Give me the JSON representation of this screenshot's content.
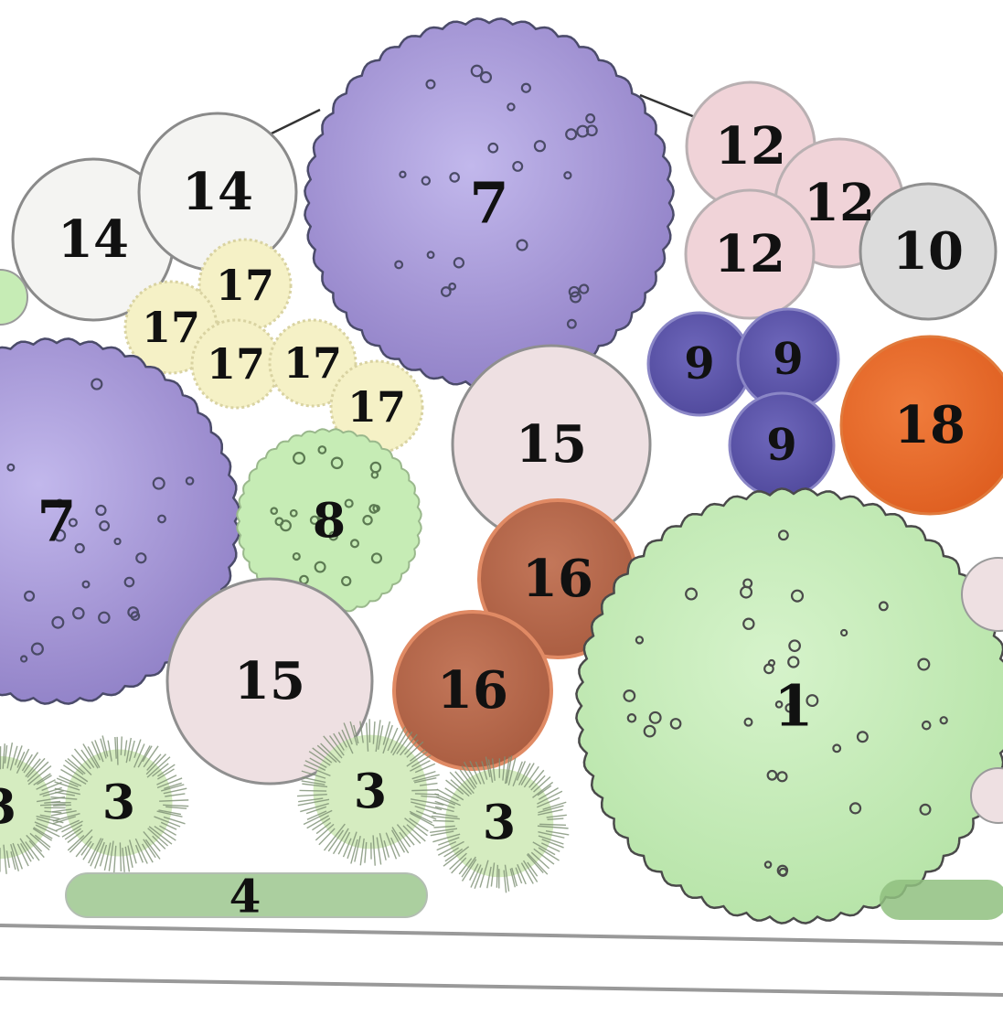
{
  "plan": {
    "plants": [
      {
        "id": "1",
        "style": "shrub-green"
      },
      {
        "id": "3",
        "style": "grass"
      },
      {
        "id": "4",
        "style": "ground"
      },
      {
        "id": "7",
        "style": "shrub-purple"
      },
      {
        "id": "8",
        "style": "shrub-green-light"
      },
      {
        "id": "9",
        "style": "solid-violet"
      },
      {
        "id": "10",
        "style": "solid-grey"
      },
      {
        "id": "12",
        "style": "solid-pink"
      },
      {
        "id": "14",
        "style": "solid-white"
      },
      {
        "id": "15",
        "style": "solid-blush"
      },
      {
        "id": "16",
        "style": "solid-rust"
      },
      {
        "id": "17",
        "style": "small-cream"
      },
      {
        "id": "18",
        "style": "solid-orange"
      }
    ],
    "colors": {
      "shrub-green": "#bfe8b3",
      "grass": "#d3ebbd",
      "ground": "#8fbf7f",
      "shrub-purple": "#a99bd6",
      "shrub-green-light": "#c6ecb5",
      "solid-violet": "#5d56ab",
      "solid-grey": "#dcdcdc",
      "solid-pink": "#f0d3d8",
      "solid-white": "#f4f4f2",
      "solid-blush": "#eee0e2",
      "solid-rust": "#b8674a",
      "small-cream": "#f5f1c6",
      "solid-orange": "#e8692a",
      "edge": "#555555",
      "border-line": "#999999"
    }
  }
}
